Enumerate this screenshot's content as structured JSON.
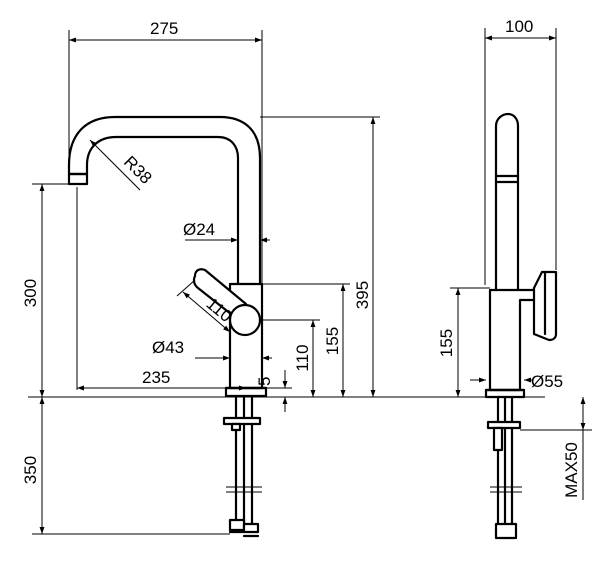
{
  "front_view": {
    "dim_width_top": "275",
    "dim_radius": "R38",
    "dim_hose_dia": "Ø24",
    "dim_outlet_height": "300",
    "dim_total_height": "395",
    "dim_lever_length": "110",
    "dim_body_dia": "Ø43",
    "dim_handle_height_110": "110",
    "dim_handle_height_155": "155",
    "dim_reach": "235",
    "dim_base": "5",
    "dim_below_counter": "350"
  },
  "side_view": {
    "dim_width_top": "100",
    "dim_handle_height": "155",
    "dim_base_dia": "Ø55",
    "dim_counter_thickness": "MAX50"
  }
}
